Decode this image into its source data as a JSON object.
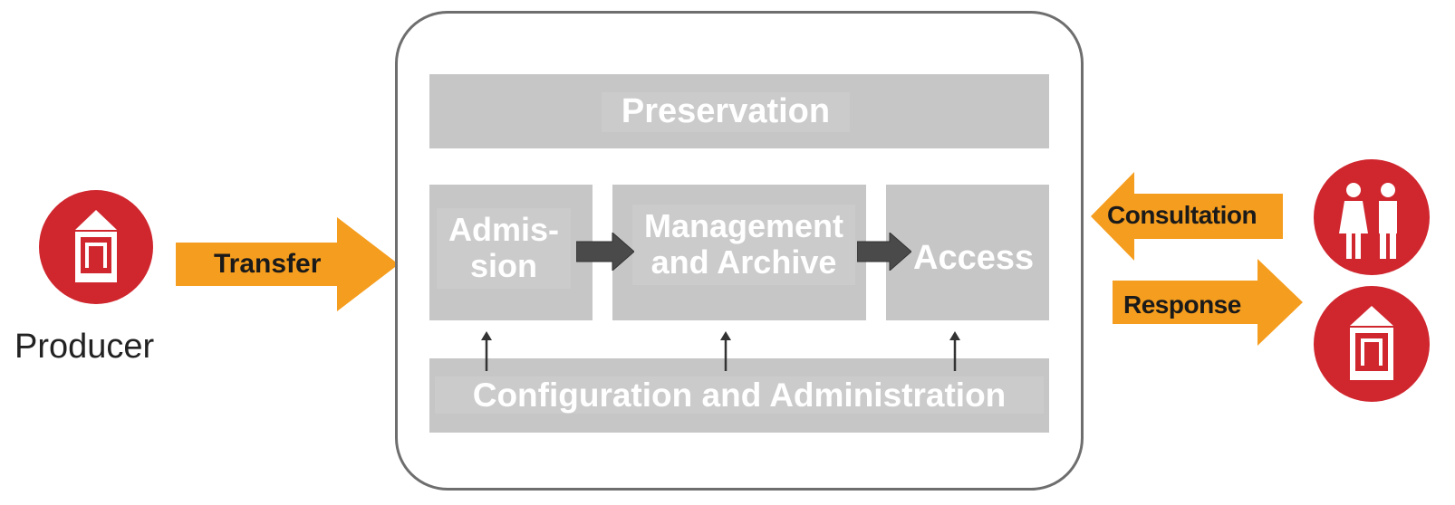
{
  "blocks": {
    "preservation": "Preservation",
    "admission_line1": "Admis-",
    "admission_line2": "sion",
    "management_line1": "Management",
    "management_line2": "and Archive",
    "access": "Access",
    "configuration": "Configuration and Administration"
  },
  "flows": {
    "transfer": "Transfer",
    "consultation": "Consultation",
    "response": "Response"
  },
  "actors": {
    "producer": "Producer"
  },
  "icons": {
    "producer": "institution-building-icon",
    "consumer_people": "people-icon",
    "consumer_institution": "institution-building-icon"
  },
  "colors": {
    "orange": "#f59d1e",
    "red": "#d0262e",
    "block_grey": "#c6c6c6",
    "dark_arrow": "#4a4a4a"
  }
}
